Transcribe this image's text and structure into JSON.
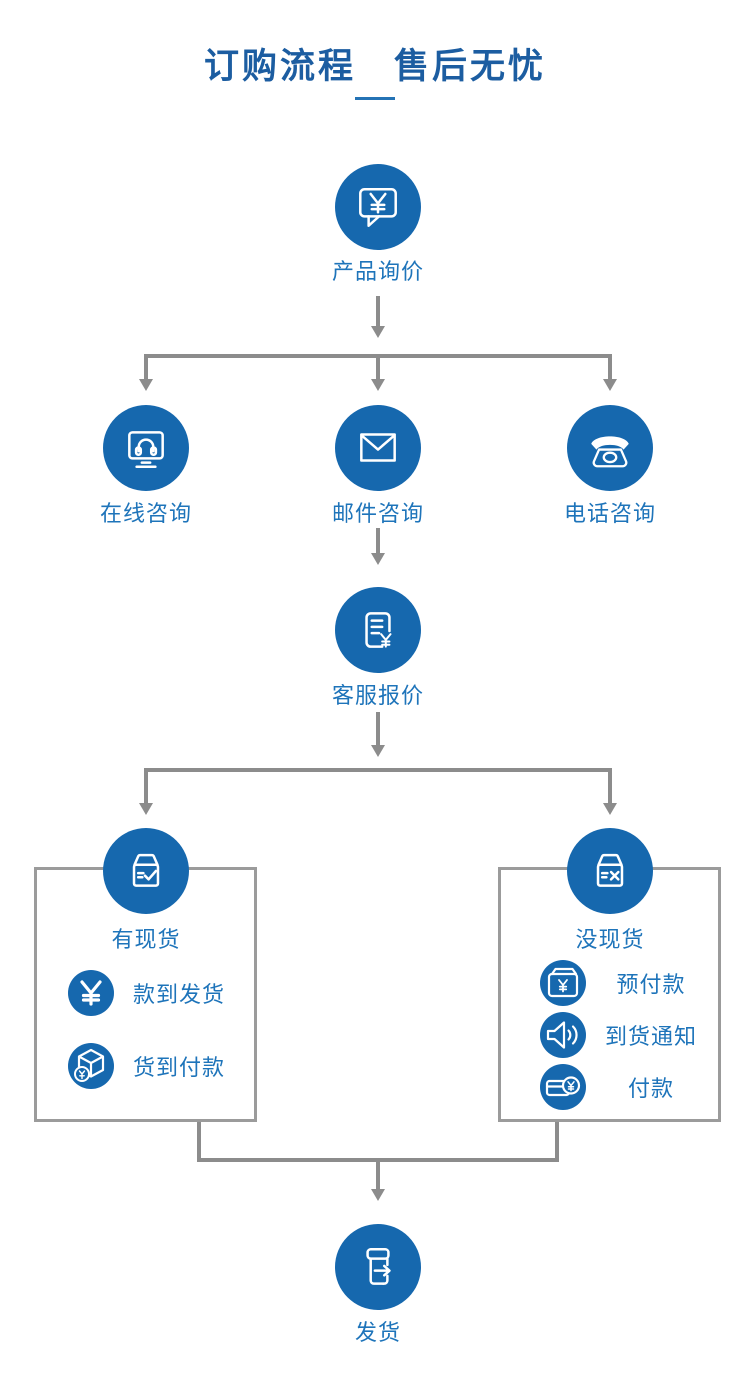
{
  "title": "订购流程　售后无忧",
  "palette": {
    "node_blue": "#1668ae",
    "label_blue": "#1e74ba",
    "title_blue": "#1c5da1",
    "connector_gray": "#8c8c8c",
    "box_border_gray": "#9b9b9b"
  },
  "flow": {
    "step1": {
      "label": "产品询价",
      "icon": "chat-bubble-yuan-icon"
    },
    "channels": [
      {
        "label": "在线咨询",
        "icon": "online-service-icon"
      },
      {
        "label": "邮件咨询",
        "icon": "email-envelope-icon"
      },
      {
        "label": "电话咨询",
        "icon": "telephone-icon"
      }
    ],
    "step3": {
      "label": "客服报价",
      "icon": "quotation-document-icon"
    },
    "branch_in_stock": {
      "label": "有现货",
      "icon": "box-check-icon",
      "items": [
        {
          "label": "款到发货",
          "icon": "yuan-coin-icon"
        },
        {
          "label": "货到付款",
          "icon": "package-coin-icon"
        }
      ]
    },
    "branch_no_stock": {
      "label": "没现货",
      "icon": "box-cross-icon",
      "items": [
        {
          "label": "预付款",
          "icon": "wallet-yuan-icon"
        },
        {
          "label": "到货通知",
          "icon": "speaker-notice-icon"
        },
        {
          "label": "付款",
          "icon": "card-coin-icon"
        }
      ]
    },
    "final": {
      "label": "发货",
      "icon": "shipping-box-arrow-icon"
    }
  }
}
